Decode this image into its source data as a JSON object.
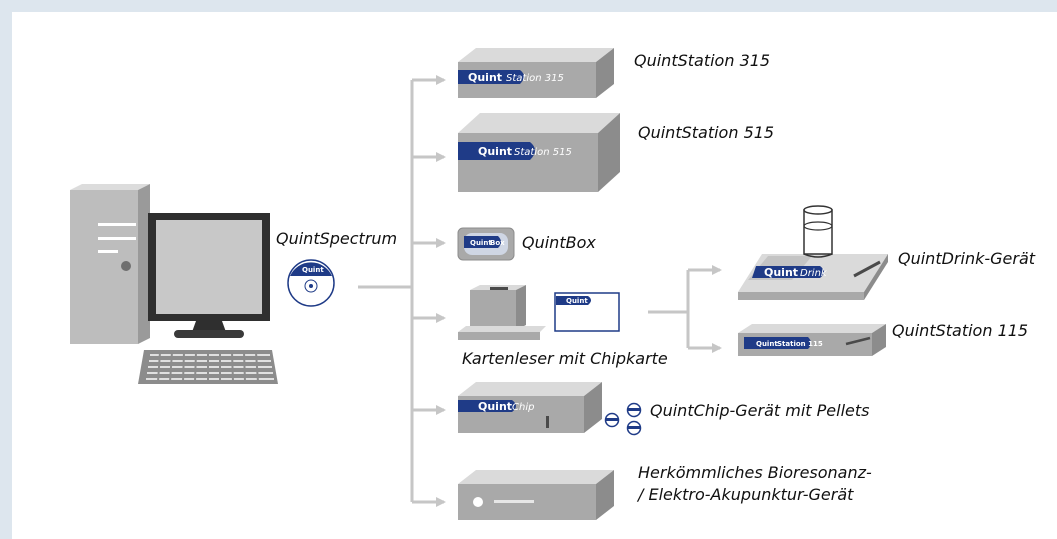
{
  "labels": {
    "software": "QuintSpectrum",
    "qs315": "QuintStation 315",
    "qs515": "QuintStation 515",
    "box": "QuintBox",
    "drink": "QuintDrink-Gerät",
    "qs115": "QuintStation 115",
    "card_reader": "Kartenleser mit Chipkarte",
    "chip": "QuintChip-Gerät mit Pellets",
    "conventional_line1": "Herkömmliches Bioresonanz-",
    "conventional_line2": "/ Elektro-Akupunktur-Gerät"
  },
  "device_marks": {
    "brand": "Quint",
    "qs315_model": "Station 315",
    "qs515_model": "Station 515",
    "box_model": "Box",
    "drink_model": "Drink",
    "qs115_model": "Station 115",
    "chip_model": "Chip"
  },
  "colors": {
    "brand_blue": "#1f3b87",
    "device_gray": "#a9a9a9",
    "device_dark": "#8c8c8c",
    "connector": "#c6c6c6",
    "frame": "#dde6ee"
  }
}
